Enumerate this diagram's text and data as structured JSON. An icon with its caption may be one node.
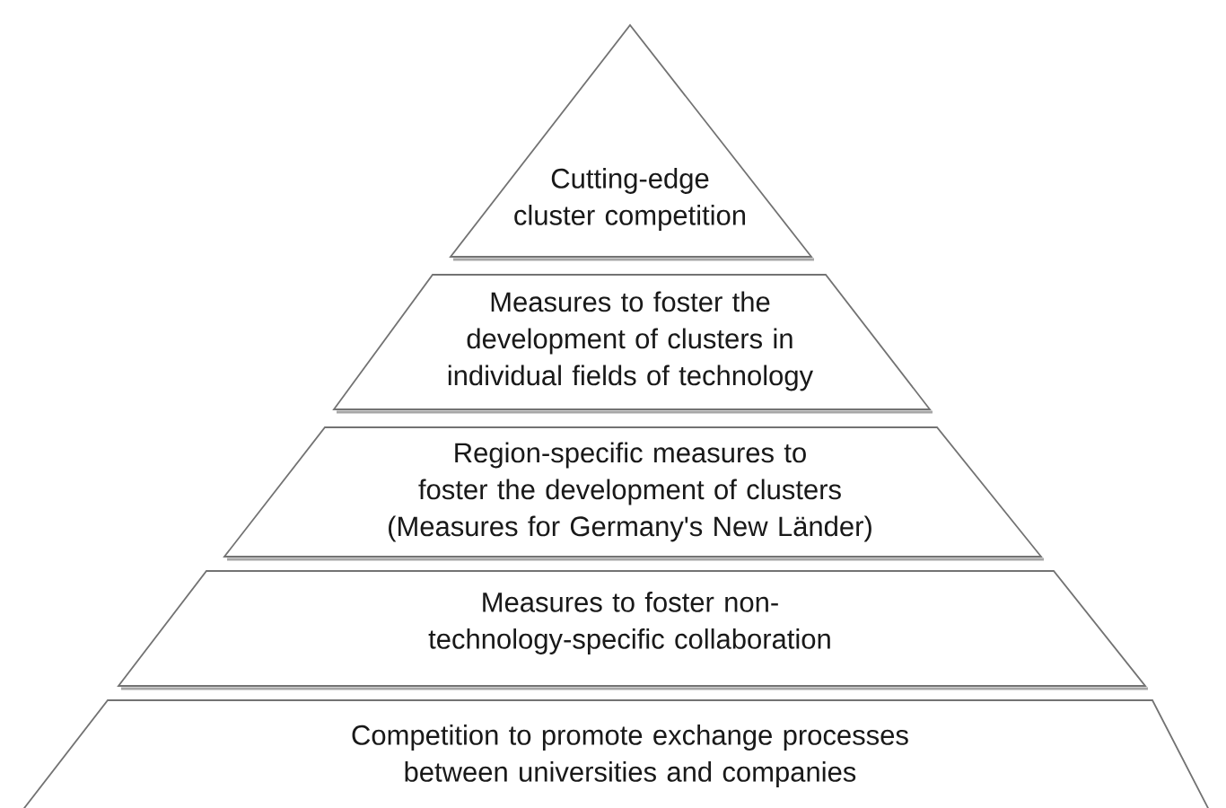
{
  "diagram": {
    "nodes": [
      {
        "text": [
          "Cutting-edge cluster competition"
        ]
      },
      {
        "text": [
          "Measures to foster the development of clusters in individual fields of technology"
        ]
      },
      {
        "text": [
          "Region-specific measures to foster the development of clusters",
          "(Measures for Germany's New Länder)"
        ]
      },
      {
        "text": [
          "Measures to foster non-technology-specific collaboration"
        ]
      },
      {
        "text": [
          "Competition to promote exchange processes between universities and companies"
        ]
      }
    ]
  }
}
